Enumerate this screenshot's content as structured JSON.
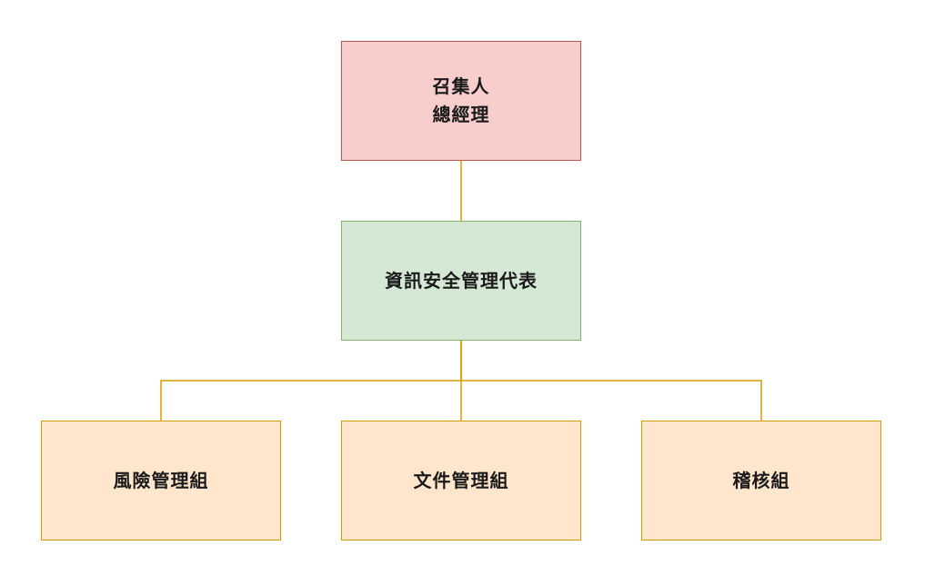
{
  "colors": {
    "connector": "#d79b00",
    "convener_fill": "#f8cecc",
    "convener_border": "#b85450",
    "rep_fill": "#d5e8d4",
    "rep_border": "#82b366",
    "group_fill": "#ffe6cc",
    "group_border": "#d79b00"
  },
  "convener": {
    "line1": "召集人",
    "line2": "總經理"
  },
  "representative": {
    "label": "資訊安全管理代表"
  },
  "groups": [
    {
      "label": "風險管理組"
    },
    {
      "label": "文件管理組"
    },
    {
      "label": "稽核組"
    }
  ]
}
